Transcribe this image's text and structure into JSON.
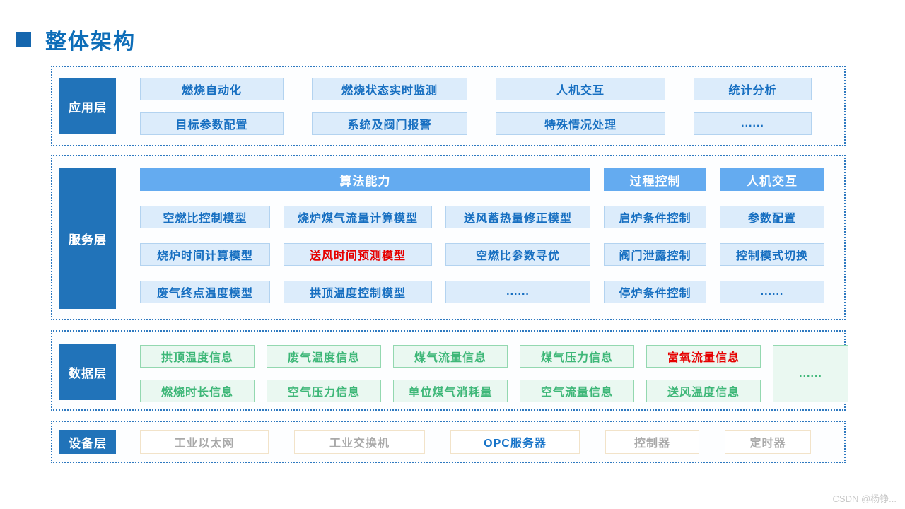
{
  "title": "整体架构",
  "watermark": "CSDN @杨铮...",
  "colors": {
    "primary_blue": "#0d6db8",
    "layer_label_bg": "#2173b9",
    "header_bar_bg": "#64abf0",
    "item_blue_bg": "#dcecfb",
    "item_blue_border": "#b3d3f0",
    "item_blue_text": "#176fc1",
    "item_green_bg": "#eaf8f1",
    "item_green_border": "#93d8b0",
    "item_green_text": "#3eb778",
    "item_device_border": "#f2e3c9",
    "item_device_text": "#a9a9a9",
    "highlight_red": "#e60000",
    "container_border": "#2e79c0"
  },
  "app_layer": {
    "label": "应用层",
    "items": [
      "燃烧自动化",
      "燃烧状态实时监测",
      "人机交互",
      "统计分析",
      "目标参数配置",
      "系统及阀门报警",
      "特殊情况处理",
      "......"
    ]
  },
  "service_layer": {
    "label": "服务层",
    "headers": {
      "algo": "算法能力",
      "process": "过程控制",
      "hmi": "人机交互"
    },
    "items": [
      "空燃比控制模型",
      "烧炉煤气流量计算模型",
      "送风蓄热量修正模型",
      "启炉条件控制",
      "参数配置",
      "烧炉时间计算模型",
      "送风时间预测模型",
      "空燃比参数寻优",
      "阀门泄露控制",
      "控制模式切换",
      "废气终点温度模型",
      "拱顶温度控制模型",
      "......",
      "停炉条件控制",
      "......"
    ]
  },
  "data_layer": {
    "label": "数据层",
    "items": [
      "拱顶温度信息",
      "废气温度信息",
      "煤气流量信息",
      "煤气压力信息",
      "富氧流量信息",
      "燃烧时长信息",
      "空气压力信息",
      "单位煤气消耗量",
      "空气流量信息",
      "送风温度信息"
    ],
    "more": "......"
  },
  "device_layer": {
    "label": "设备层",
    "items": [
      "工业以太网",
      "工业交换机",
      "OPC服务器",
      "控制器",
      "定时器"
    ]
  }
}
